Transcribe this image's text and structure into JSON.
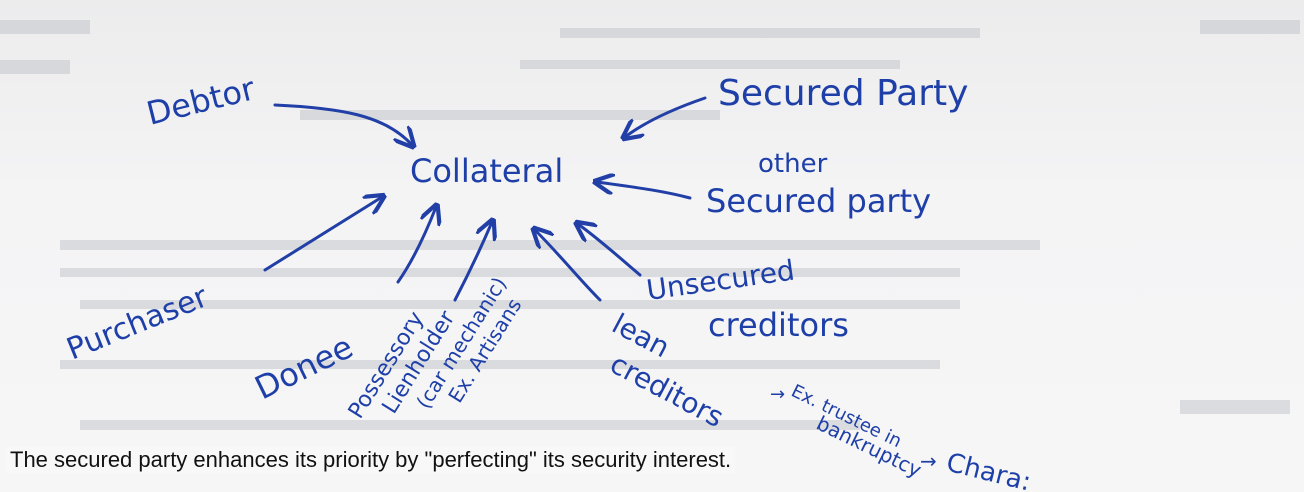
{
  "diagram": {
    "center": "Collateral",
    "labels": {
      "debtor": "Debtor",
      "secured_party": "Secured Party",
      "other_secured_party_line1": "other",
      "other_secured_party_line2": "Secured party",
      "purchaser": "Purchaser",
      "donee": "Donee",
      "possessory_line1": "Possessory",
      "possessory_line2": "Lienholder",
      "possessory_line3": "(car mechanic)",
      "possessory_line4": "Ex. Artisans",
      "unsecured_line1": "Unsecured",
      "unsecured_line2": "creditors",
      "lien_line1": "lean",
      "lien_line2": "creditors",
      "trustee_line1": "Ex. trustee in",
      "trustee_line2": "bankruptcy",
      "chara": "Chara:"
    },
    "ink_color": "#1e3fa8"
  },
  "caption": "The secured party enhances its priority by \"perfecting\" its security interest."
}
